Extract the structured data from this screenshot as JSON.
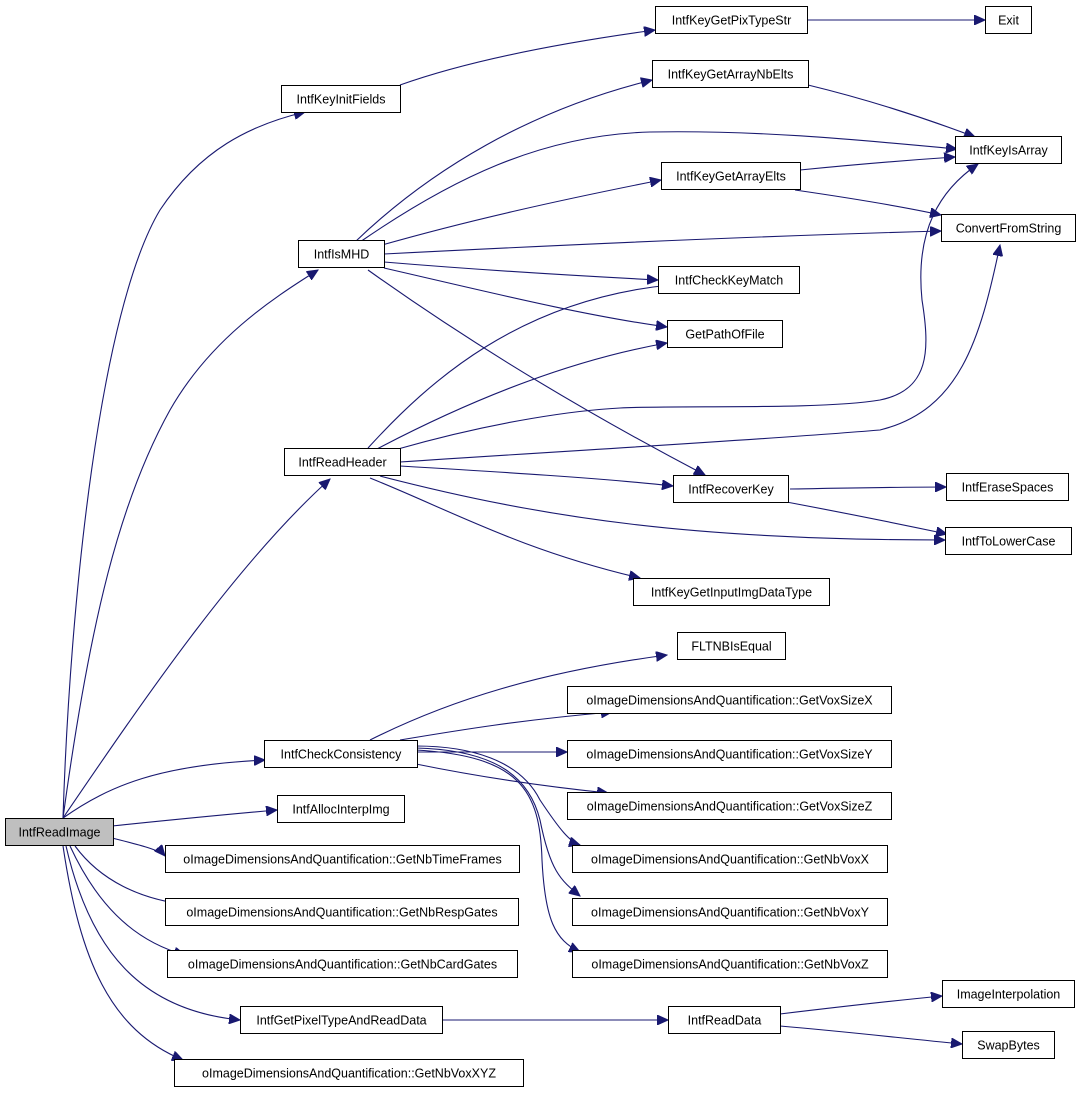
{
  "diagram": {
    "type": "call-graph",
    "colors": {
      "edge": "#191970",
      "node_fill": "#ffffff",
      "root_fill": "#bfbfbf",
      "node_border": "#000000"
    },
    "nodes": [
      {
        "id": "root",
        "label": "IntfReadImage"
      },
      {
        "id": "n1",
        "label": "IntfKeyInitFields"
      },
      {
        "id": "n2",
        "label": "IntfKeyGetPixTypeStr"
      },
      {
        "id": "n3",
        "label": "Exit"
      },
      {
        "id": "n4",
        "label": "IntfKeyGetArrayNbElts"
      },
      {
        "id": "n5",
        "label": "IntfKeyIsArray"
      },
      {
        "id": "n6",
        "label": "IntfKeyGetArrayElts"
      },
      {
        "id": "n7",
        "label": "IntfIsMHD"
      },
      {
        "id": "n8",
        "label": "ConvertFromString"
      },
      {
        "id": "n9",
        "label": "IntfCheckKeyMatch"
      },
      {
        "id": "n10",
        "label": "GetPathOfFile"
      },
      {
        "id": "n11",
        "label": "IntfReadHeader"
      },
      {
        "id": "n12",
        "label": "IntfRecoverKey"
      },
      {
        "id": "n13",
        "label": "IntfEraseSpaces"
      },
      {
        "id": "n14",
        "label": "IntfToLowerCase"
      },
      {
        "id": "n15",
        "label": "IntfKeyGetInputImgDataType"
      },
      {
        "id": "n16",
        "label": "FLTNBIsEqual"
      },
      {
        "id": "n17",
        "label": "oImageDimensionsAndQuantification::GetVoxSizeX"
      },
      {
        "id": "n18",
        "label": "IntfCheckConsistency"
      },
      {
        "id": "n19",
        "label": "oImageDimensionsAndQuantification::GetVoxSizeY"
      },
      {
        "id": "n20",
        "label": "oImageDimensionsAndQuantification::GetVoxSizeZ"
      },
      {
        "id": "n21",
        "label": "IntfAllocInterpImg"
      },
      {
        "id": "n22",
        "label": "oImageDimensionsAndQuantification::GetNbTimeFrames"
      },
      {
        "id": "n23",
        "label": "oImageDimensionsAndQuantification::GetNbVoxX"
      },
      {
        "id": "n24",
        "label": "oImageDimensionsAndQuantification::GetNbRespGates"
      },
      {
        "id": "n25",
        "label": "oImageDimensionsAndQuantification::GetNbVoxY"
      },
      {
        "id": "n26",
        "label": "oImageDimensionsAndQuantification::GetNbCardGates"
      },
      {
        "id": "n27",
        "label": "oImageDimensionsAndQuantification::GetNbVoxZ"
      },
      {
        "id": "n28",
        "label": "ImageInterpolation"
      },
      {
        "id": "n29",
        "label": "IntfGetPixelTypeAndReadData"
      },
      {
        "id": "n30",
        "label": "IntfReadData"
      },
      {
        "id": "n31",
        "label": "SwapBytes"
      },
      {
        "id": "n32",
        "label": "oImageDimensionsAndQuantification::GetNbVoxXYZ"
      }
    ],
    "edges": [
      [
        "root",
        "n1"
      ],
      [
        "root",
        "n7"
      ],
      [
        "root",
        "n11"
      ],
      [
        "root",
        "n18"
      ],
      [
        "root",
        "n21"
      ],
      [
        "root",
        "n22"
      ],
      [
        "root",
        "n24"
      ],
      [
        "root",
        "n26"
      ],
      [
        "root",
        "n29"
      ],
      [
        "root",
        "n32"
      ],
      [
        "n1",
        "n2"
      ],
      [
        "n2",
        "n3"
      ],
      [
        "n7",
        "n4"
      ],
      [
        "n7",
        "n5"
      ],
      [
        "n7",
        "n6"
      ],
      [
        "n7",
        "n8"
      ],
      [
        "n7",
        "n9"
      ],
      [
        "n7",
        "n10"
      ],
      [
        "n7",
        "n12"
      ],
      [
        "n4",
        "n5"
      ],
      [
        "n6",
        "n5"
      ],
      [
        "n6",
        "n8"
      ],
      [
        "n11",
        "n9"
      ],
      [
        "n11",
        "n10"
      ],
      [
        "n11",
        "n5"
      ],
      [
        "n11",
        "n8"
      ],
      [
        "n11",
        "n12"
      ],
      [
        "n11",
        "n14"
      ],
      [
        "n11",
        "n15"
      ],
      [
        "n12",
        "n13"
      ],
      [
        "n12",
        "n14"
      ],
      [
        "n18",
        "n16"
      ],
      [
        "n18",
        "n17"
      ],
      [
        "n18",
        "n19"
      ],
      [
        "n18",
        "n20"
      ],
      [
        "n18",
        "n23"
      ],
      [
        "n18",
        "n25"
      ],
      [
        "n18",
        "n27"
      ],
      [
        "n29",
        "n30"
      ],
      [
        "n30",
        "n28"
      ],
      [
        "n30",
        "n31"
      ]
    ]
  }
}
